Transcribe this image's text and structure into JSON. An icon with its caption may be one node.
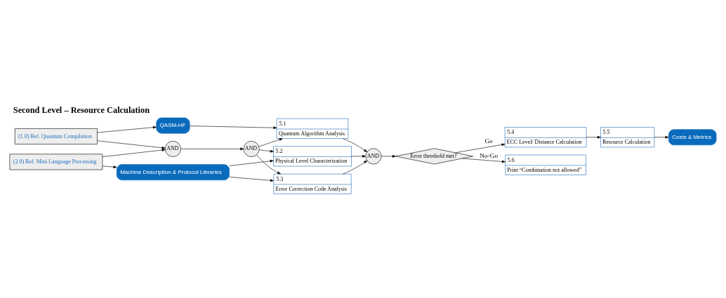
{
  "diagram": {
    "title": "Second Level – Resource Calculation",
    "nodes": [
      {
        "text": [
          "(1.0) Ref. Quantum Compilation"
        ]
      },
      {
        "text": [
          "(2.0) Ref. Mini Language Processing"
        ]
      },
      {
        "text": [
          "QASM-HF"
        ]
      },
      {
        "text": [
          "Machine Description & Protocol Libraries"
        ]
      },
      {
        "text": [
          "AND"
        ]
      },
      {
        "text": [
          "AND"
        ]
      },
      {
        "text": [
          "5.1",
          "Quantum Algorithm Analysis"
        ]
      },
      {
        "text": [
          "5.2",
          "Physical Level Characterization"
        ]
      },
      {
        "text": [
          "5.3",
          "Error Correction Code Analysis"
        ]
      },
      {
        "text": [
          "AND"
        ]
      },
      {
        "text": [
          "Error threshold met?"
        ]
      },
      {
        "text": [
          "5.4",
          "ECC Level/ Distance Calculation"
        ]
      },
      {
        "text": [
          "5.5",
          "Resource Calculation"
        ]
      },
      {
        "text": [
          "Costs & Metrics"
        ]
      },
      {
        "text": [
          "5.6",
          "Print “Combination not allowed”"
        ]
      }
    ],
    "edges": [
      {
        "from": 0,
        "to": 2,
        "arrow": "to"
      },
      {
        "from": 2,
        "to": 6,
        "arrow": "to"
      },
      {
        "from": 0,
        "to": 4,
        "arrow": "to"
      },
      {
        "from": 1,
        "to": 4,
        "arrow": "to"
      },
      {
        "from": 1,
        "to": 3,
        "arrow": "to"
      },
      {
        "from": 4,
        "to": 5,
        "arrow": "to"
      },
      {
        "from": 5,
        "to": 6,
        "arrow": "to"
      },
      {
        "from": 5,
        "to": 7,
        "arrow": "to"
      },
      {
        "from": 5,
        "to": 8,
        "arrow": "to"
      },
      {
        "from": 3,
        "to": 7,
        "arrow": "to"
      },
      {
        "from": 3,
        "to": 8,
        "arrow": "to"
      },
      {
        "from": 6,
        "to": 9,
        "arrow": "to"
      },
      {
        "from": 7,
        "to": 9,
        "arrow": "to"
      },
      {
        "from": 8,
        "to": 9,
        "arrow": "to"
      },
      {
        "from": 9,
        "to": 10,
        "arrow": "to"
      },
      {
        "from": 10,
        "to": 11,
        "label": "Go",
        "arrow": "to"
      },
      {
        "from": 10,
        "to": 14,
        "label": "No-Go",
        "arrow": "to"
      },
      {
        "from": 11,
        "to": 12,
        "arrow": "to"
      },
      {
        "from": 12,
        "to": 13,
        "arrow": "to"
      }
    ]
  }
}
